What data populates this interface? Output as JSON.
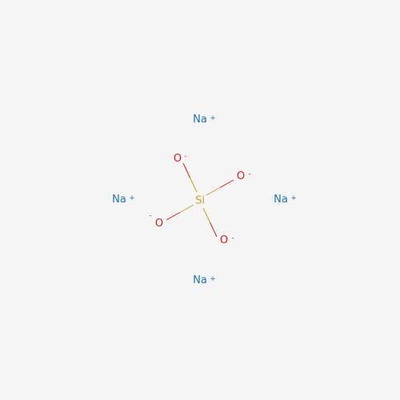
{
  "molecule": {
    "colors": {
      "background": "#f5f5f5",
      "sodium": "#1e73be",
      "oxygen": "#d81c1c",
      "silicon": "#c8a028"
    },
    "silicon": {
      "symbol": "Si"
    },
    "oxygens": [
      {
        "symbol": "O",
        "charge": "-"
      },
      {
        "symbol": "O",
        "charge": "-"
      },
      {
        "symbol": "O",
        "charge": "-"
      },
      {
        "symbol": "O",
        "charge": "-"
      }
    ],
    "sodiums": [
      {
        "symbol": "Na",
        "charge": "+"
      },
      {
        "symbol": "Na",
        "charge": "+"
      },
      {
        "symbol": "Na",
        "charge": "+"
      },
      {
        "symbol": "Na",
        "charge": "+"
      }
    ]
  }
}
